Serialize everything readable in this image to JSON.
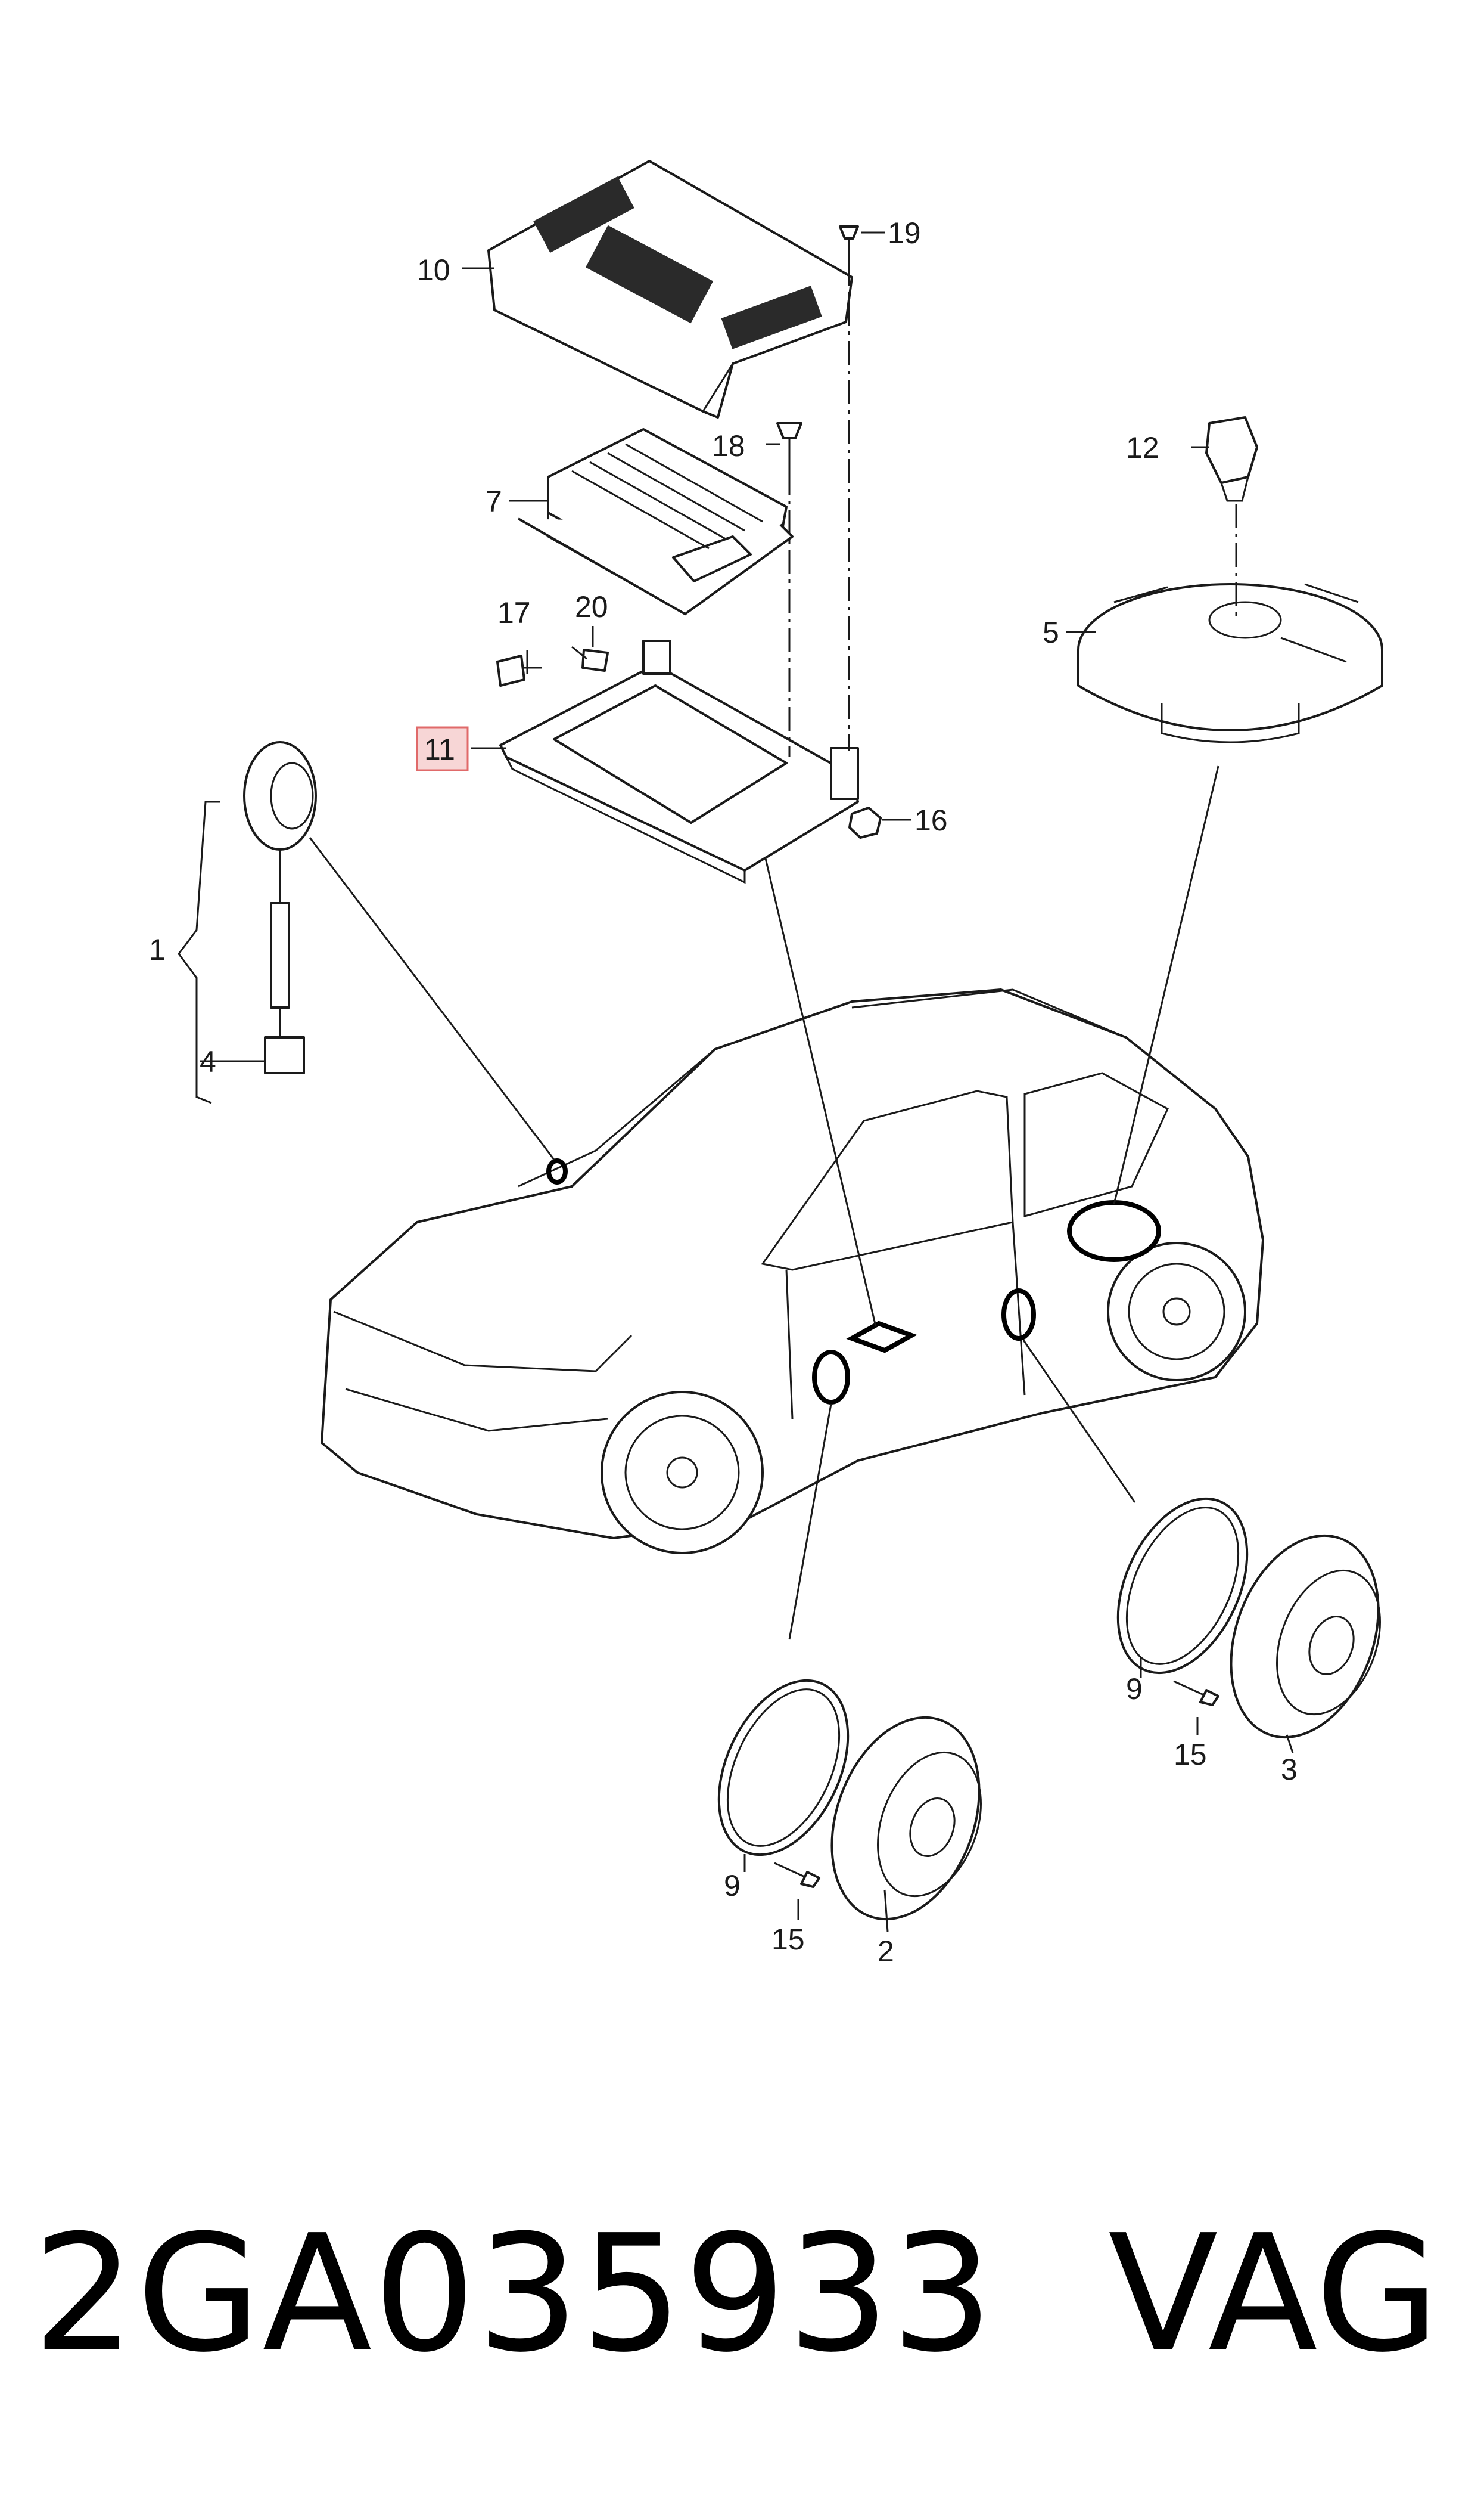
{
  "callouts": {
    "c1": "1",
    "c2": "2",
    "c3": "3",
    "c4": "4",
    "c5": "5",
    "c7": "7",
    "c9a": "9",
    "c9b": "9",
    "c10": "10",
    "c11": "11",
    "c12": "12",
    "c15a": "15",
    "c15b": "15",
    "c16": "16",
    "c17": "17",
    "c18": "18",
    "c19": "19",
    "c20": "20"
  },
  "highlight": {
    "callout": "11",
    "color": "#f7d6d6",
    "border": "#e06a6a"
  },
  "footer": {
    "part_number": "2GA035933",
    "brand": "VAG"
  }
}
